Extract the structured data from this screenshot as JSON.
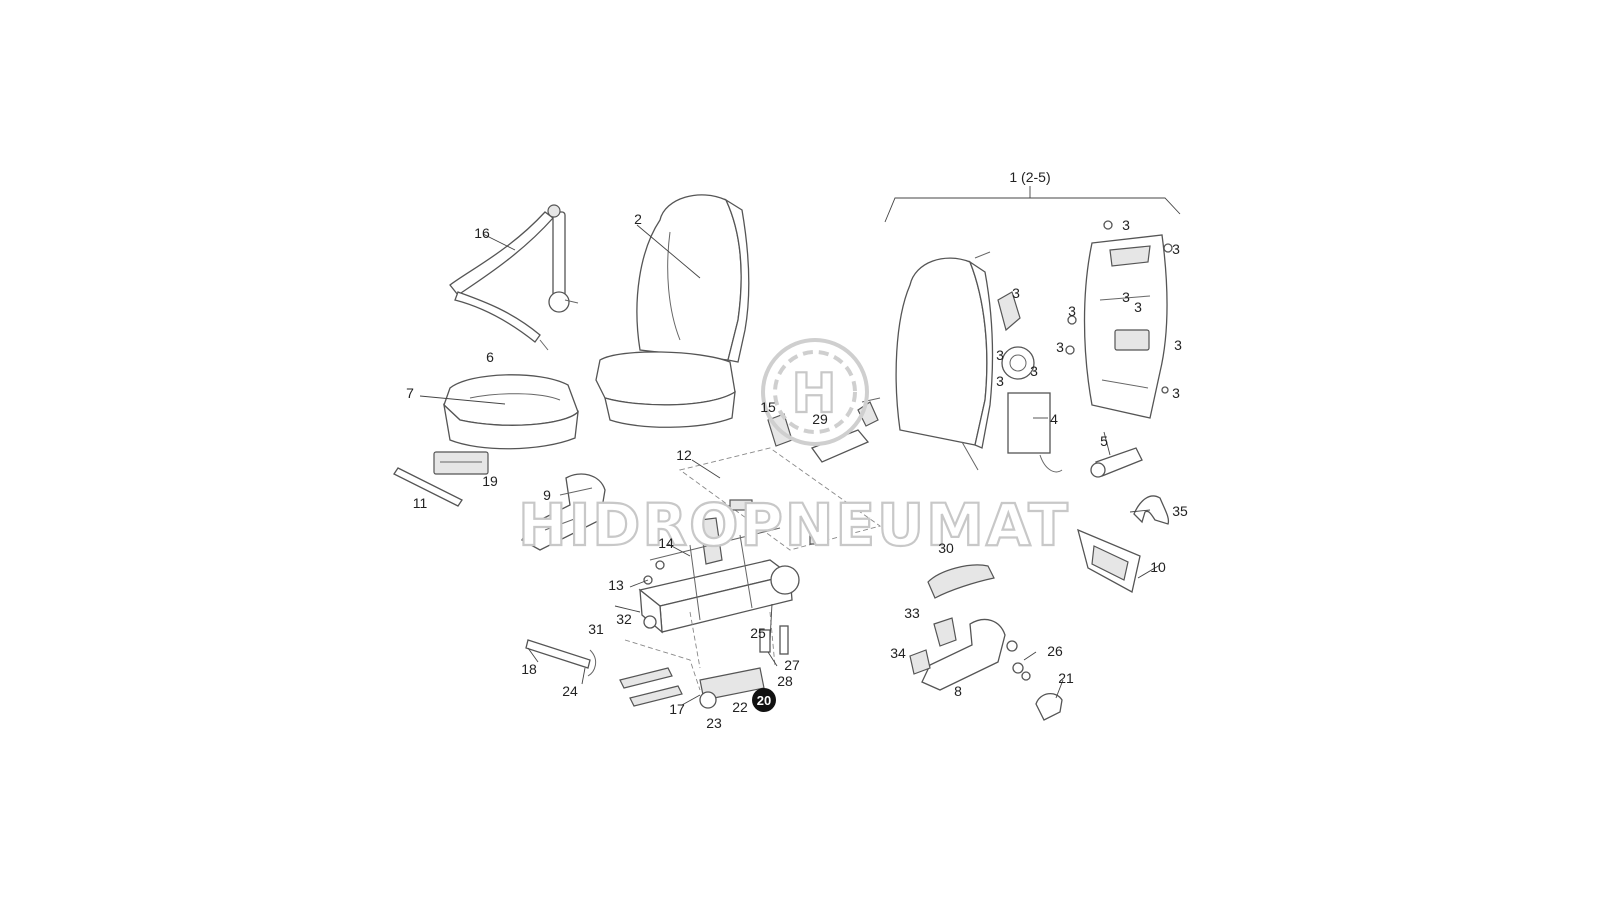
{
  "diagram": {
    "group_label": "1 (2-5)",
    "highlighted_callout": "20",
    "watermark": {
      "text": "HIDROPNEUMAT",
      "logo_letter": "H",
      "logo": "gear-h-logo"
    },
    "callouts": {
      "c2": "2",
      "c3": "3",
      "c4": "4",
      "c5": "5",
      "c6": "6",
      "c7": "7",
      "c8": "8",
      "c9": "9",
      "c10": "10",
      "c11": "11",
      "c12": "12",
      "c13": "13",
      "c14": "14",
      "c15": "15",
      "c16": "16",
      "c17": "17",
      "c18": "18",
      "c19": "19",
      "c21": "21",
      "c22": "22",
      "c23": "23",
      "c24": "24",
      "c25": "25",
      "c26": "26",
      "c27": "27",
      "c28": "28",
      "c29": "29",
      "c30": "30",
      "c31": "31",
      "c32": "32",
      "c33": "33",
      "c34": "34",
      "c35": "35"
    },
    "colors": {
      "line": "#555555",
      "highlight": "#111111",
      "watermark": "#c8c8c8"
    }
  }
}
